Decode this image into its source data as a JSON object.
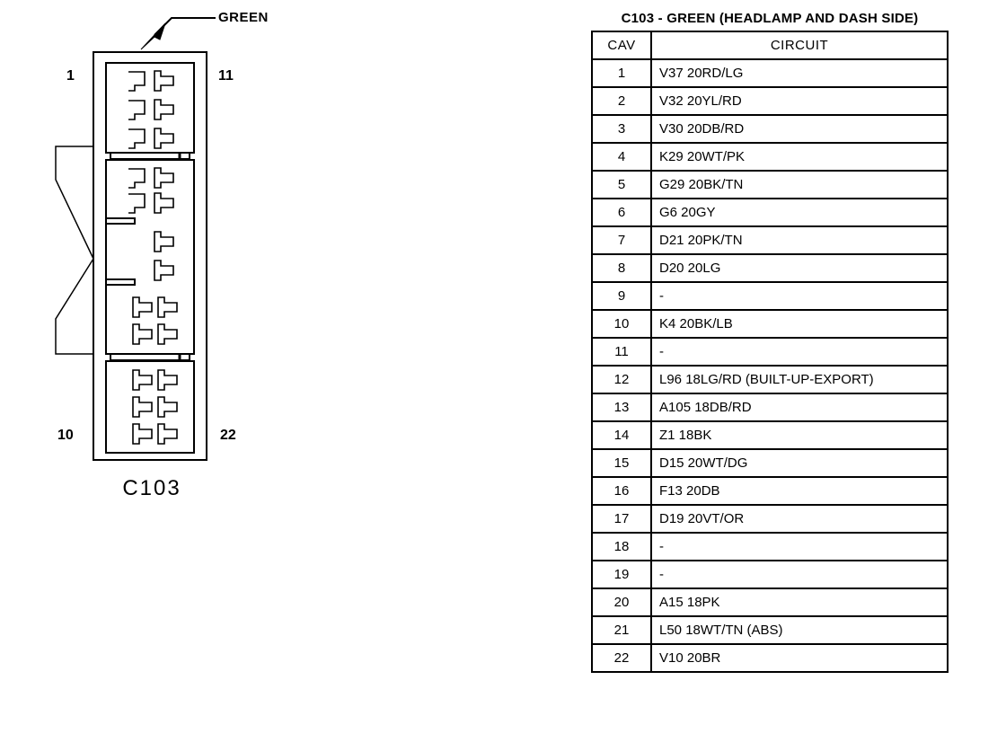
{
  "diagram": {
    "callout_label": "GREEN",
    "connector_name": "C103",
    "pin_labels": {
      "top_left": "1",
      "top_right": "11",
      "bottom_left": "10",
      "bottom_right": "22"
    }
  },
  "table": {
    "title": "C103 - GREEN (HEADLAMP AND DASH SIDE)",
    "headers": {
      "cav": "CAV",
      "circuit": "CIRCUIT"
    },
    "rows": [
      {
        "cav": "1",
        "circuit": "V37 20RD/LG"
      },
      {
        "cav": "2",
        "circuit": "V32 20YL/RD"
      },
      {
        "cav": "3",
        "circuit": "V30 20DB/RD"
      },
      {
        "cav": "4",
        "circuit": "K29 20WT/PK"
      },
      {
        "cav": "5",
        "circuit": "G29 20BK/TN"
      },
      {
        "cav": "6",
        "circuit": "G6 20GY"
      },
      {
        "cav": "7",
        "circuit": "D21 20PK/TN"
      },
      {
        "cav": "8",
        "circuit": "D20 20LG"
      },
      {
        "cav": "9",
        "circuit": "-"
      },
      {
        "cav": "10",
        "circuit": "K4 20BK/LB"
      },
      {
        "cav": "11",
        "circuit": "-"
      },
      {
        "cav": "12",
        "circuit": "L96 18LG/RD (BUILT-UP-EXPORT)"
      },
      {
        "cav": "13",
        "circuit": "A105 18DB/RD"
      },
      {
        "cav": "14",
        "circuit": "Z1 18BK"
      },
      {
        "cav": "15",
        "circuit": "D15 20WT/DG"
      },
      {
        "cav": "16",
        "circuit": "F13 20DB"
      },
      {
        "cav": "17",
        "circuit": "D19 20VT/OR"
      },
      {
        "cav": "18",
        "circuit": "-"
      },
      {
        "cav": "19",
        "circuit": "-"
      },
      {
        "cav": "20",
        "circuit": "A15 18PK"
      },
      {
        "cav": "21",
        "circuit": "L50 18WT/TN (ABS)"
      },
      {
        "cav": "22",
        "circuit": "V10 20BR"
      }
    ]
  },
  "colors": {
    "line": "#000000",
    "background": "#ffffff"
  }
}
